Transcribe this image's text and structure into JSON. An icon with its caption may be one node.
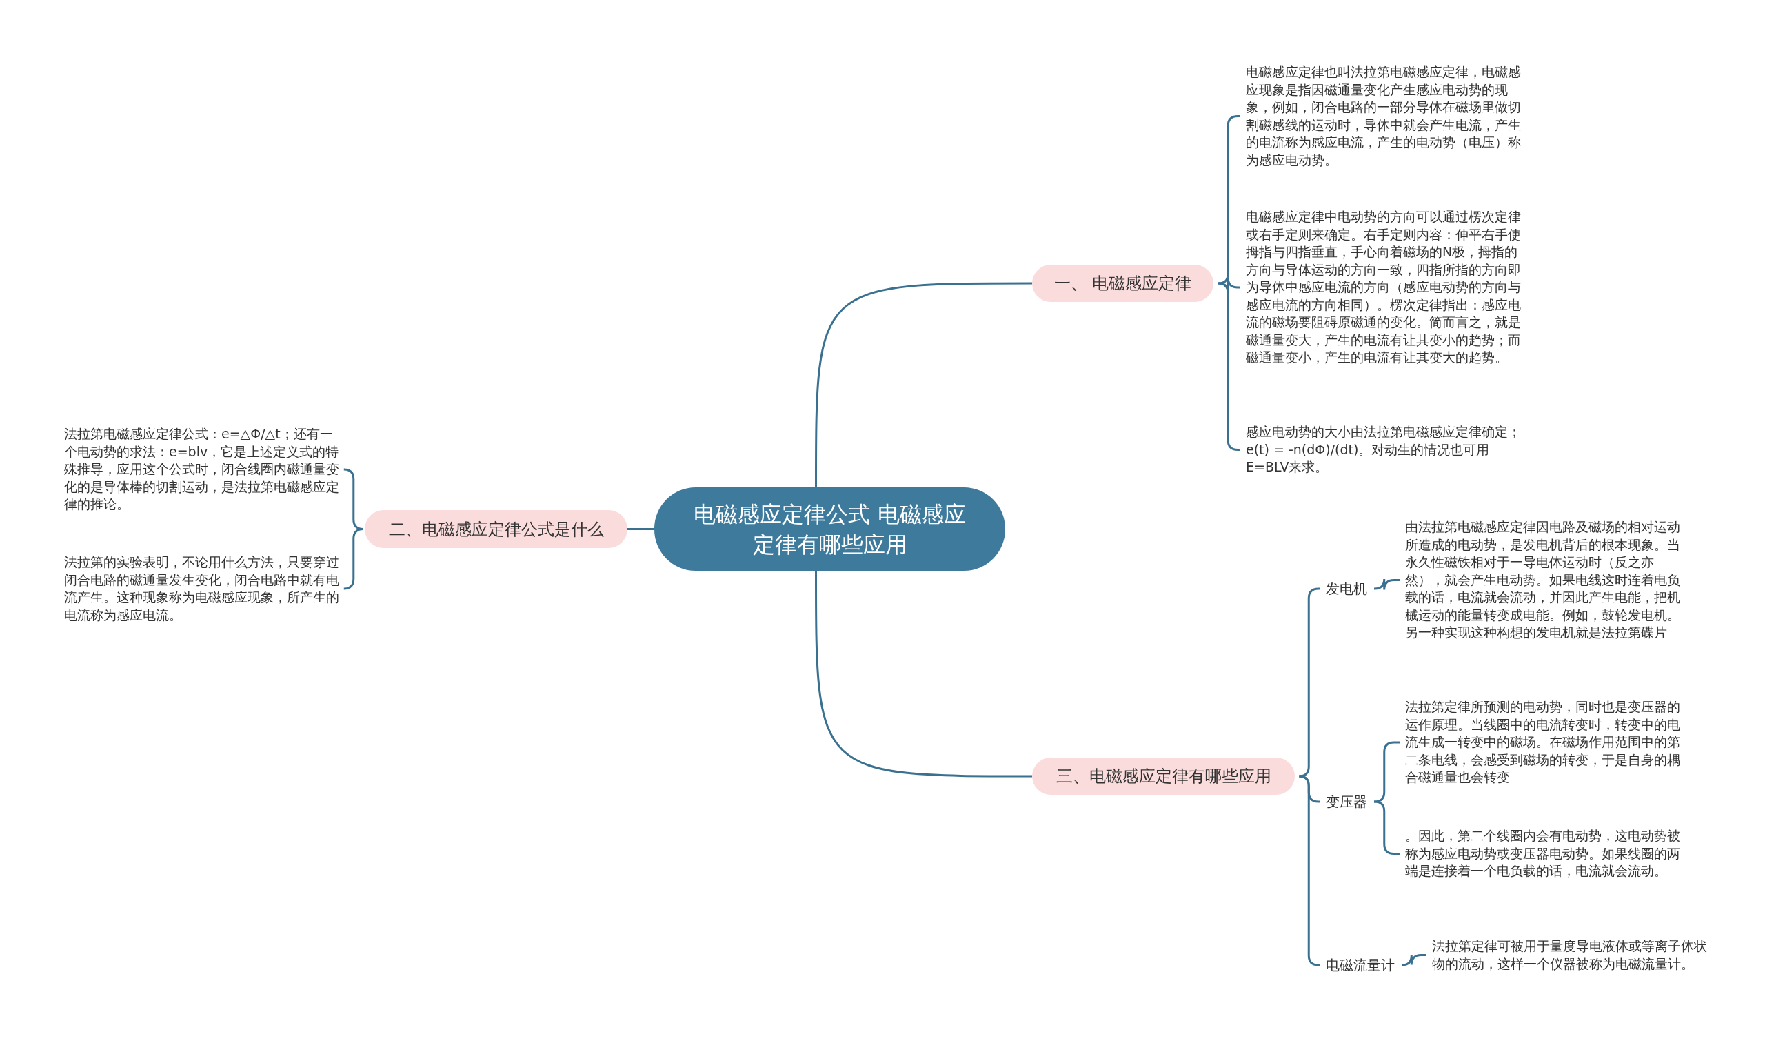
{
  "diagram": {
    "nodes": [
      {
        "text": [
          "电磁感应定律公式 电磁感应定律有哪些应用"
        ]
      },
      {
        "text": [
          "一、 电磁感应定律"
        ]
      },
      {
        "text": [
          "电磁感应定律也叫法拉第电磁感应定律，电磁感应现象是指因磁通量变化产生感应电动势的现象，例如，闭合电路的一部分导体在磁场里做切割磁感线的运动时，导体中就会产生电流，产生的电流称为感应电流，产生的电动势（电压）称为感应电动势。"
        ]
      },
      {
        "text": [
          "电磁感应定律中电动势的方向可以通过楞次定律或右手定则来确定。右手定则内容：伸平右手使拇指与四指垂直，手心向着磁场的N极，拇指的方向与导体运动的方向一致，四指所指的方向即为导体中感应电流的方向（感应电动势的方向与感应电流的方向相同）。楞次定律指出：感应电流的磁场要阻碍原磁通的变化。简而言之，就是磁通量变大，产生的电流有让其变小的趋势；而磁通量变小，产生的电流有让其变大的趋势。"
        ]
      },
      {
        "text": [
          "感应电动势的大小由法拉第电磁感应定律确定；e(t) = -n(dΦ)/(dt)。对动生的情况也可用E=BLV来求。"
        ]
      },
      {
        "text": [
          "二、电磁感应定律公式是什么"
        ]
      },
      {
        "text": [
          "法拉第电磁感应定律公式：e=△Φ/△t；还有一个电动势的求法：e=blv，它是上述定义式的特殊推导，应用这个公式时，闭合线圈内磁通量变化的是导体棒的切割运动，是法拉第电磁感应定律的推论。"
        ]
      },
      {
        "text": [
          "法拉第的实验表明，不论用什么方法，只要穿过闭合电路的磁通量发生变化，闭合电路中就有电流产生。这种现象称为电磁感应现象，所产生的电流称为感应电流。"
        ]
      },
      {
        "text": [
          "三、电磁感应定律有哪些应用"
        ]
      },
      {
        "text": [
          "发电机"
        ]
      },
      {
        "text": [
          "由法拉第电磁感应定律因电路及磁场的相对运动所造成的电动势，是发电机背后的根本现象。当永久性磁铁相对于一导电体运动时（反之亦然），就会产生电动势。如果电线这时连着电负载的话，电流就会流动，并因此产生电能，把机械运动的能量转变成电能。例如，鼓轮发电机。另一种实现这种构想的发电机就是法拉第碟片"
        ]
      },
      {
        "text": [
          "变压器"
        ]
      },
      {
        "text": [
          "法拉第定律所预测的电动势，同时也是变压器的运作原理。当线圈中的电流转变时，转变中的电流生成一转变中的磁场。在磁场作用范围中的第二条电线，会感受到磁场的转变，于是自身的耦合磁通量也会转变"
        ]
      },
      {
        "text": [
          "。因此，第二个线圈内会有电动势，这电动势被称为感应电动势或变压器电动势。如果线圈的两端是连接着一个电负载的话，电流就会流动。"
        ]
      },
      {
        "text": [
          "电磁流量计"
        ]
      },
      {
        "text": [
          "法拉第定律可被用于量度导电液体或等离子体状物的流动，这样一个仪器被称为电磁流量计。"
        ]
      }
    ],
    "edges": [
      {
        "from": 0,
        "to": 1,
        "arrow": "none"
      },
      {
        "from": 1,
        "to": 2,
        "arrow": "none"
      },
      {
        "from": 1,
        "to": 3,
        "arrow": "none"
      },
      {
        "from": 1,
        "to": 4,
        "arrow": "none"
      },
      {
        "from": 0,
        "to": 5,
        "arrow": "none"
      },
      {
        "from": 5,
        "to": 6,
        "arrow": "none"
      },
      {
        "from": 5,
        "to": 7,
        "arrow": "none"
      },
      {
        "from": 0,
        "to": 8,
        "arrow": "none"
      },
      {
        "from": 8,
        "to": 9,
        "arrow": "none"
      },
      {
        "from": 9,
        "to": 10,
        "arrow": "none"
      },
      {
        "from": 8,
        "to": 11,
        "arrow": "none"
      },
      {
        "from": 11,
        "to": 12,
        "arrow": "none"
      },
      {
        "from": 11,
        "to": 13,
        "arrow": "none"
      },
      {
        "from": 8,
        "to": 14,
        "arrow": "none"
      },
      {
        "from": 14,
        "to": 15,
        "arrow": "none"
      }
    ]
  }
}
